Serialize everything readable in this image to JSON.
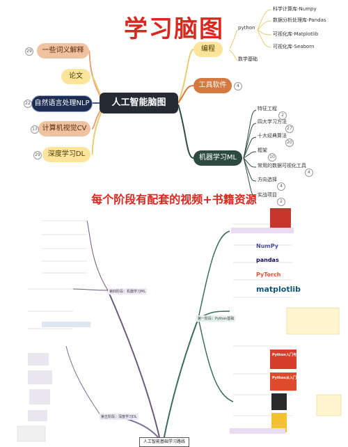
{
  "title": "学习脑图",
  "center": "人工智能脑图",
  "left_nodes": [
    {
      "label": "一些词义解释",
      "badge": "29"
    },
    {
      "label": "论文",
      "badge": ""
    },
    {
      "label": "自然语言处理NLP",
      "badge": "22"
    },
    {
      "label": "计算机视觉CV",
      "badge": "13"
    },
    {
      "label": "深度学习DL",
      "badge": "29"
    }
  ],
  "programming": {
    "label": "编程",
    "python": "python",
    "math": "数学基础",
    "libs": [
      "科学计算库-Numpy",
      "数据分析处理库-Pandas",
      "可视化库-Matplotlib",
      "可视化库-Seaborn"
    ]
  },
  "tools": {
    "label": "工具软件",
    "badge": "4"
  },
  "ml": {
    "label": "机器学习ML",
    "items": [
      {
        "label": "特征工程",
        "badge": "2"
      },
      {
        "label": "四大学习方法",
        "badge": "27"
      },
      {
        "label": "十大经典算法",
        "badge": "20"
      },
      {
        "label": "框架",
        "badge": "10"
      },
      {
        "label": "常用的数据可视化工具",
        "badge": "4"
      },
      {
        "label": "方向选择",
        "badge": "4"
      },
      {
        "label": "实战项目",
        "badge": "2"
      }
    ]
  },
  "subtitle": "每个阶段有配套的视频+书籍资源",
  "roadmap": {
    "root": "人工智能基础学习路线",
    "branch_left_top": "第四阶段：机器学习ML",
    "branch_left_bottom": "第五阶段：深度学习DL",
    "branch_right": "第一阶段：Python基础",
    "logos": [
      "NumPy",
      "pandas",
      "PyTorch",
      "matplotlib"
    ],
    "books": [
      "Python入门与实践",
      "Python从入门到精通"
    ]
  },
  "colors": {
    "title_red": "#d8281f",
    "center_bg": "#252a35"
  }
}
